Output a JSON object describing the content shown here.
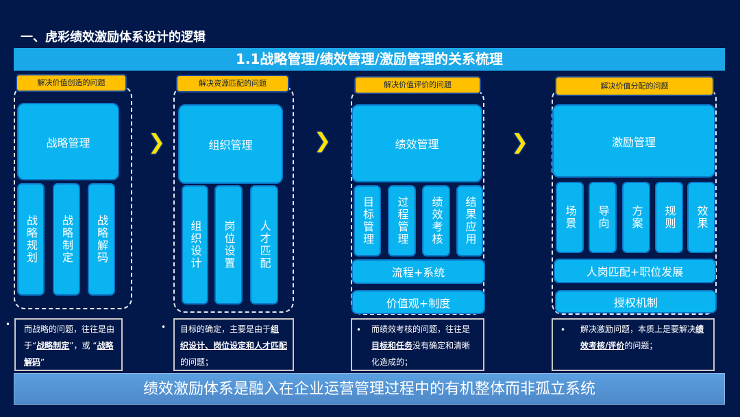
{
  "title": "一、虎彩绩效激励体系设计的逻辑",
  "banner": "1.1战略管理/绩效管理/激励管理的关系梳理",
  "columns": [
    {
      "label": "解决价值创造的问题",
      "main": "战略管理",
      "subs": [
        "战略规划",
        "战略制定",
        "战略解码"
      ],
      "note": {
        "pre": "而战略的问题，往往是由于“",
        "b1": "战略制定",
        "mid": "”，或 “",
        "b2": "战略解码",
        "post": "”"
      }
    },
    {
      "label": "解决资源匹配的问题",
      "main": "组织管理",
      "subs": [
        "组织设计",
        "岗位设置",
        "人才匹配"
      ],
      "note": {
        "pre": "目标的确定，主要是由于",
        "b1": "组织设计、岗位设定和人才匹配",
        "post": "的问题；"
      }
    },
    {
      "label": "解决价值评价的问题",
      "main": "绩效管理",
      "subs": [
        "目标管理",
        "过程管理",
        "绩效考核",
        "结果应用"
      ],
      "bars": [
        "流程+系统",
        "价值观+制度"
      ],
      "note": {
        "pre": "而绩效考核的问题，往往是",
        "b1": "目标和任务",
        "post": "没有确定和清晰化造成的；"
      }
    },
    {
      "label": "解决价值分配的问题",
      "main": "激励管理",
      "subs": [
        "场景",
        "导向",
        "方案",
        "规则",
        "效果"
      ],
      "bars": [
        "人岗匹配+职位发展",
        "授权机制"
      ],
      "note": {
        "pre": "解决激励问题，本质上是要解决",
        "b1": "绩效考核/评价",
        "post": "的问题；"
      }
    }
  ],
  "chevron": "❯",
  "bullet": "•",
  "footer": "绩效激励体系是融入在企业运营管理过程中的有机整体而非孤立系统"
}
